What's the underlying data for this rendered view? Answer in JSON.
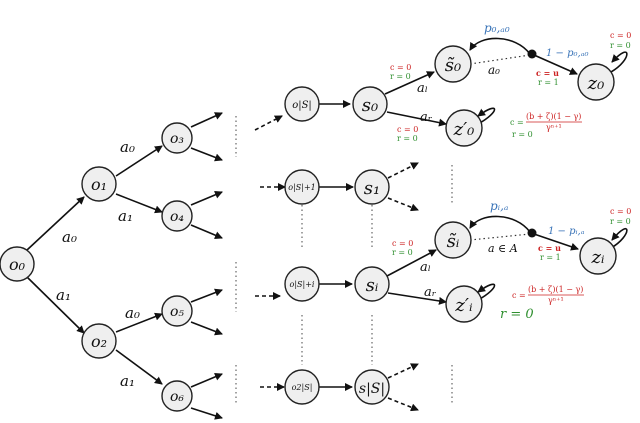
{
  "nodes": {
    "o0": "o₀",
    "o1": "o₁",
    "o2": "o₂",
    "o3": "o₃",
    "o4": "o₄",
    "o5": "o₅",
    "o6": "o₆",
    "oS": "o|S|",
    "oS1": "o|S|+1",
    "oSi": "o|S|+i",
    "o2S": "o2|S|",
    "s0": "s₀",
    "s1": "s₁",
    "si": "sᵢ",
    "sS": "s|S|",
    "st0": "s̃₀",
    "sti": "s̃ᵢ",
    "zp0": "z′₀",
    "zpi": "z′ᵢ",
    "z0": "z₀",
    "zi": "zᵢ"
  },
  "edge_labels": {
    "a0_top": "a₀",
    "a1_top": "a₁",
    "a0_o1": "a₀",
    "a1_o1": "a₁",
    "a0_o2": "a₀",
    "a1_o2": "a₁",
    "al_0": "aₗ",
    "ar_0": "aᵣ",
    "al_i": "aₗ",
    "ar_i": "aᵣ",
    "a0_dot": "a₀",
    "a_in_A": "a ∈ A",
    "p0": "p₀,ₐ₀",
    "pi": "pᵢ,ₐ",
    "one_minus_p0": "1 − p₀,ₐ₀",
    "one_minus_pi": "1 − pᵢ,ₐ"
  },
  "costs": {
    "c0": "c = 0",
    "r0": "r = 0",
    "cu": "c = u",
    "r1": "r = 1",
    "c_formula_num": "(b + ζ)(1 − γ)",
    "c_formula_den": "γⁿ⁺¹",
    "c_formula_prefix": "c =",
    "r0_big": "r = 0"
  },
  "colors": {
    "red": "#cc2222",
    "green": "#2f8f2f",
    "blue": "#3a74b8",
    "node_fill": "#efefef"
  }
}
